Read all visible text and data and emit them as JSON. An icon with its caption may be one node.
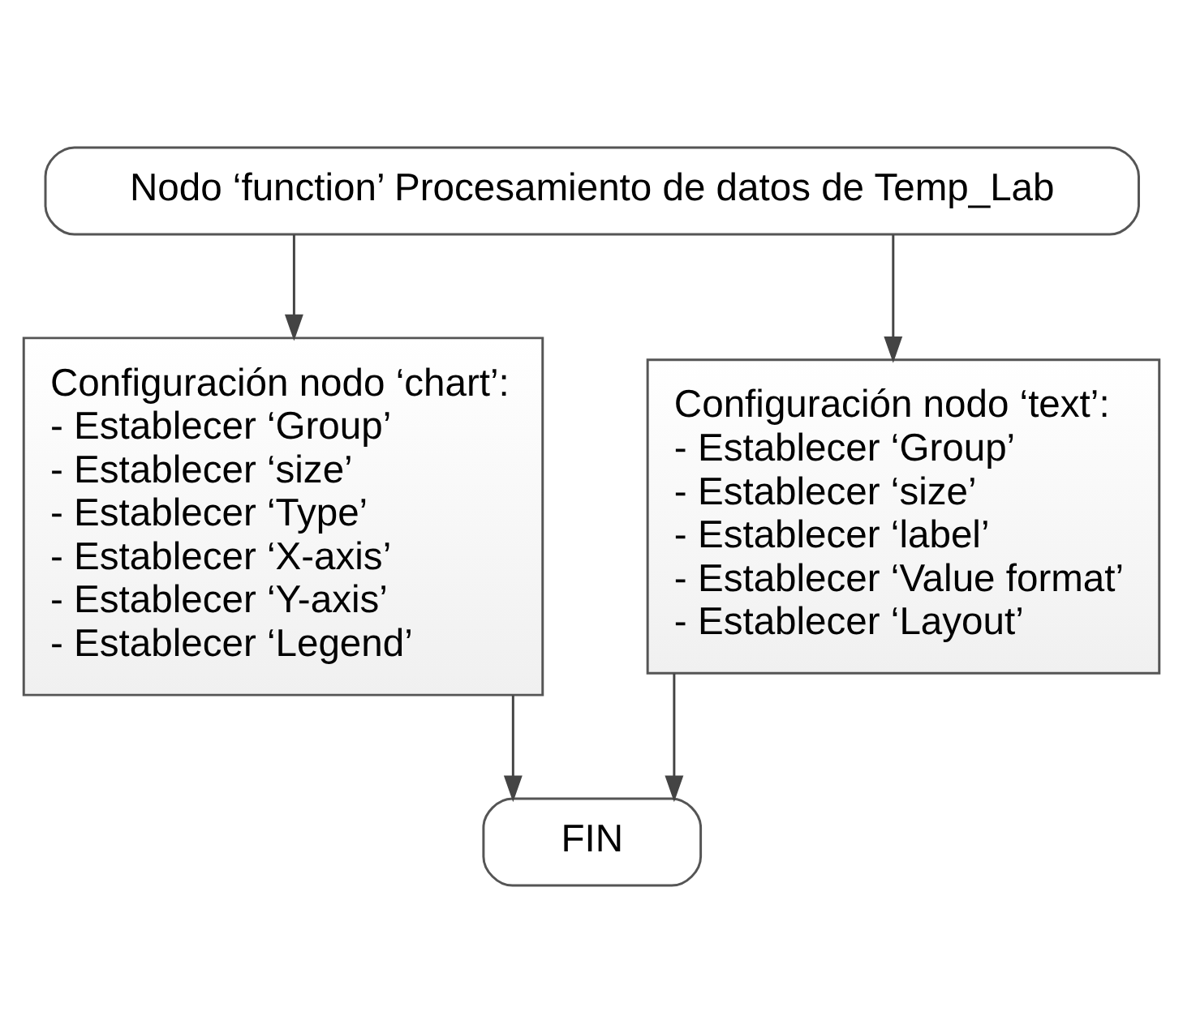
{
  "diagram": {
    "nodes": [
      {
        "text": [
          "Nodo ‘function’ Procesamiento de datos de Temp_Lab"
        ]
      },
      {
        "text": [
          "Configuración nodo ‘chart’:",
          "- Establecer ‘Group’",
          "- Establecer ‘size’",
          "- Establecer ‘Type’",
          "- Establecer ‘X-axis’",
          "- Establecer ‘Y-axis’",
          "- Establecer ‘Legend’"
        ]
      },
      {
        "text": [
          "Configuración nodo ‘text’:",
          "- Establecer ‘Group’",
          "- Establecer ‘size’",
          "- Establecer ‘label’",
          "- Establecer ‘Value format’",
          "- Establecer ‘Layout’"
        ]
      },
      {
        "text": [
          "FIN"
        ]
      }
    ],
    "edges": [
      {
        "from": 0,
        "to": 1,
        "arrow": "to"
      },
      {
        "from": 0,
        "to": 2,
        "arrow": "to"
      },
      {
        "from": 1,
        "to": 3,
        "arrow": "to"
      },
      {
        "from": 2,
        "to": 3,
        "arrow": "to"
      }
    ]
  }
}
